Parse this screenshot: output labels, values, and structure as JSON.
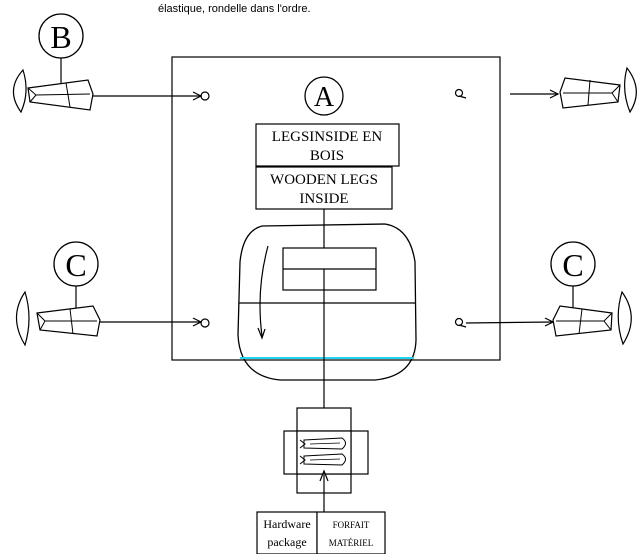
{
  "header": {
    "top_text": "élastique, rondelle dans l'ordre."
  },
  "labels": {
    "A": "A",
    "B": "B",
    "C_left": "C",
    "C_right": "C"
  },
  "center_panel": {
    "label_fr_line1": "LEGSINSIDE EN",
    "label_fr_line2": "BOIS",
    "label_en_line1": "WOODEN LEGS",
    "label_en_line2": "INSIDE"
  },
  "package": {
    "label_en_line1": "Hardware",
    "label_en_line2": "package",
    "label_fr_line1": "FORFAIT",
    "label_fr_line2": "MATÉRIEL"
  },
  "colors": {
    "line": "#000000",
    "highlight": "#22d3ee"
  },
  "icons": {
    "leg_bolt": "bolt-icon",
    "hardware": "hardware-package-icon"
  }
}
